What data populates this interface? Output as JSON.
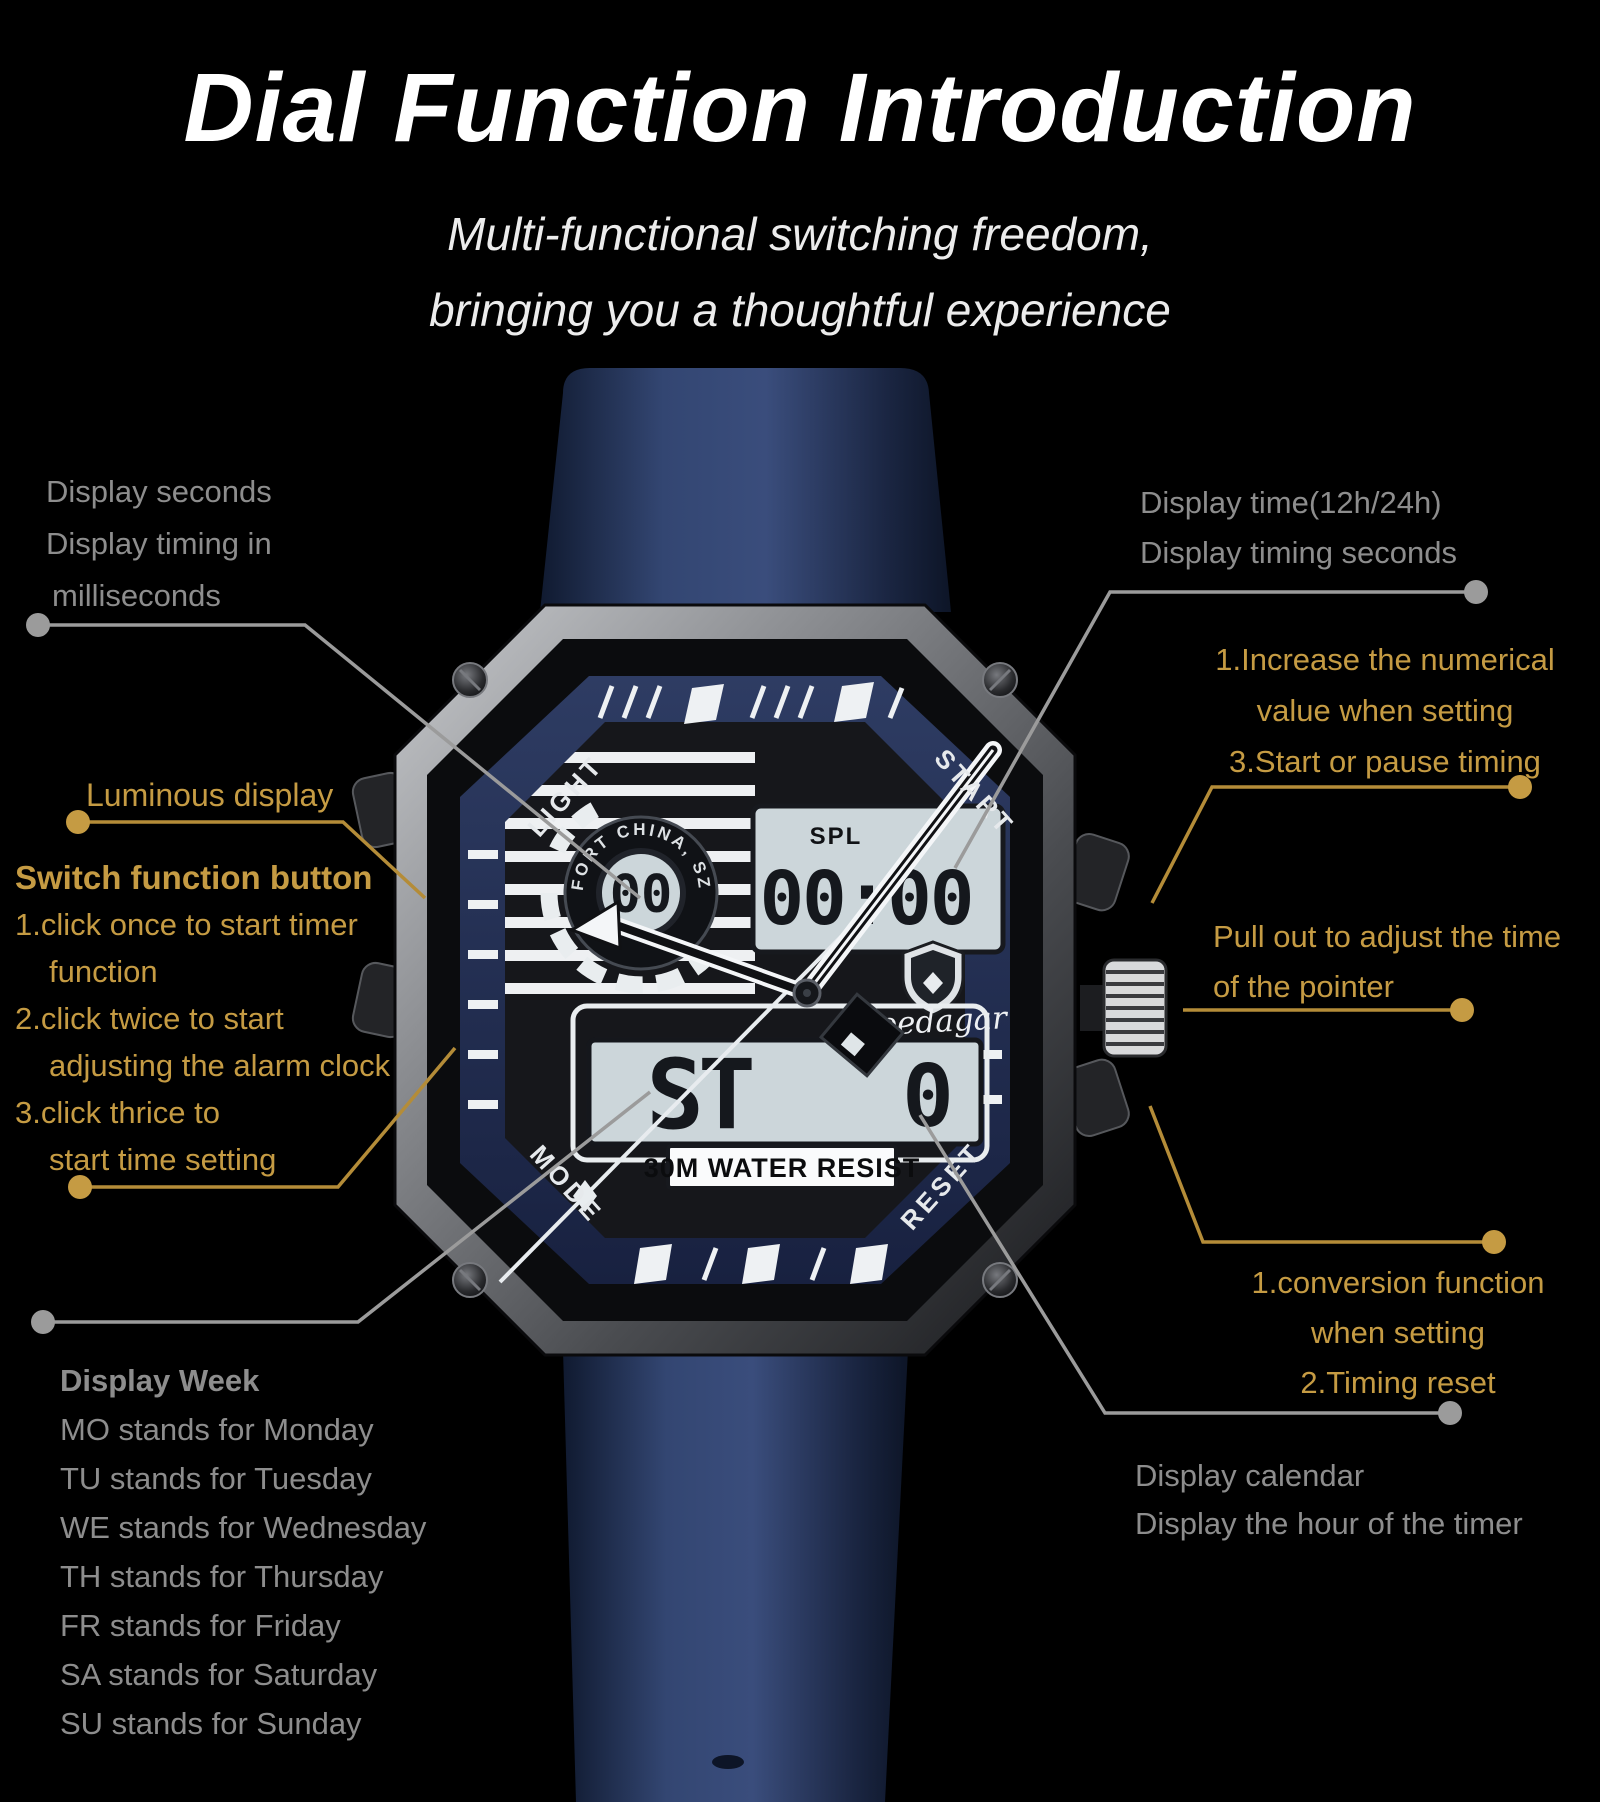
{
  "title": "Dial Function Introduction",
  "subtitle_line1": "Multi-functional switching freedom,",
  "subtitle_line2": "bringing you a thoughtful experience",
  "colors": {
    "background": "#000000",
    "accent_gold": "#c59b43",
    "line_gold": "#b48c38",
    "annotation_gray": "#8d8d8d",
    "line_gray": "#9b9b9b",
    "lcd": "#ccd6da"
  },
  "annotations": {
    "display_seconds": {
      "lines": [
        "Display seconds",
        "Display timing in",
        "milliseconds"
      ]
    },
    "luminous": {
      "label": "Luminous display"
    },
    "switch_function": {
      "title": "Switch function button",
      "lines": [
        "1.click once to start timer",
        "function",
        "2.click twice to start",
        "adjusting the alarm clock",
        "3.click thrice to",
        "start time setting"
      ]
    },
    "display_week": {
      "title": "Display Week",
      "lines": [
        "MO stands for Monday",
        "TU stands for Tuesday",
        "WE stands for Wednesday",
        "TH stands for Thursday",
        "FR stands for Friday",
        "SA stands for Saturday",
        "SU stands for Sunday"
      ]
    },
    "display_time": {
      "lines": [
        "Display time(12h/24h)",
        "Display timing seconds"
      ]
    },
    "increase_value": {
      "lines": [
        "1.Increase the numerical",
        "value when setting",
        "3.Start or pause timing"
      ]
    },
    "pull_out": {
      "lines": [
        "Pull out to adjust the time",
        "of the pointer"
      ]
    },
    "conversion": {
      "lines": [
        "1.conversion function",
        "when setting",
        "2.Timing reset"
      ]
    },
    "display_calendar": {
      "lines": [
        "Display calendar",
        "Display the hour of the timer"
      ]
    }
  },
  "watch": {
    "bezel_labels": {
      "light": "LIGHT",
      "start": "START",
      "mode": "MODE",
      "reset": "RESET"
    },
    "subdial_ring_text": "FORT CHINA, SZ",
    "subdial_value": "00",
    "lcd_top_label": "SPL",
    "lcd_top_value": "00:00",
    "lcd_bottom_day": "ST",
    "lcd_bottom_value": "0",
    "water_resist": "30M WATER RESIST",
    "brand": "poedagar"
  }
}
